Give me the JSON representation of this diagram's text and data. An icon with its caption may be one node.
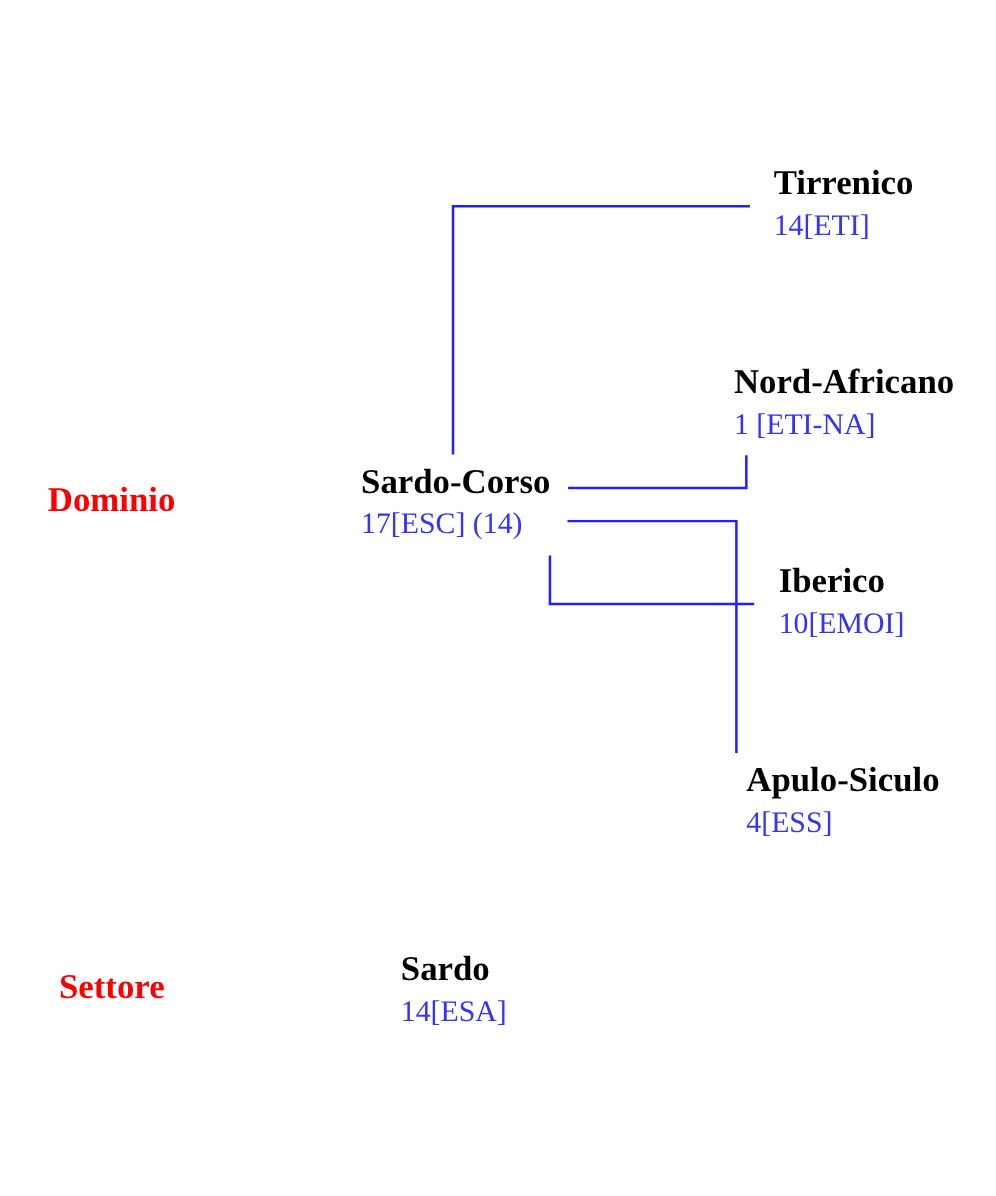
{
  "diagram": {
    "nodes": [
      {
        "text": [
          "Sardo-Corso"
        ],
        "beside": [
          "17[ESC] (14)"
        ]
      },
      {
        "text": [
          "Tirrenico"
        ],
        "beside": [
          "14[ETI]"
        ]
      },
      {
        "text": [
          "Nord-Africano"
        ],
        "beside": [
          "1 [ETI-NA]"
        ]
      },
      {
        "text": [
          "Iberico"
        ],
        "beside": [
          "10[EMOI]"
        ]
      },
      {
        "text": [
          "Apulo-Siculo"
        ],
        "beside": [
          "4[ESS]"
        ]
      },
      {
        "text": [
          "Sardo"
        ],
        "beside": [
          "14[ESA]"
        ]
      }
    ],
    "edges": [
      {
        "from": 0,
        "to": 1,
        "arrow": "none"
      },
      {
        "from": 0,
        "to": 2,
        "arrow": "none"
      },
      {
        "from": 0,
        "to": 3,
        "arrow": "none"
      },
      {
        "from": 0,
        "to": 4,
        "arrow": "none"
      }
    ],
    "labels": [
      "Dominio",
      "Settore"
    ]
  }
}
